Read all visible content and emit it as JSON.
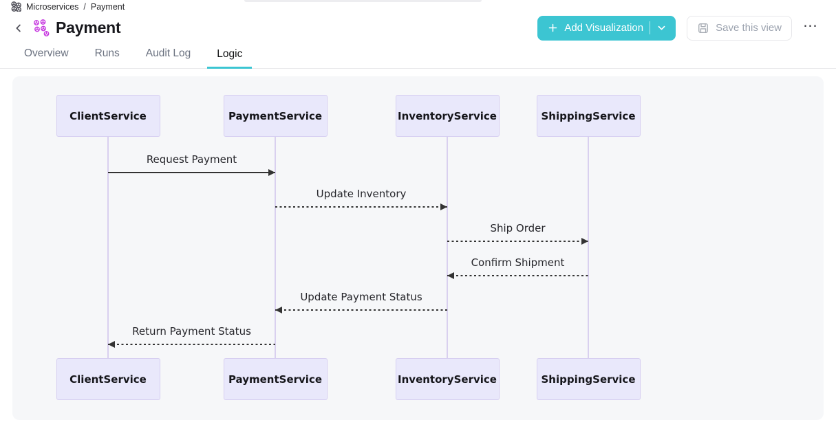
{
  "header": {
    "breadcrumb": {
      "root": "Microservices",
      "separator": "/",
      "current": "Payment"
    },
    "title": "Payment",
    "actions": {
      "add_visualization_label": "Add Visualization",
      "save_view_label": "Save this view",
      "more_icon": "⋯"
    }
  },
  "tabs": [
    {
      "label": "Overview",
      "active": false
    },
    {
      "label": "Runs",
      "active": false
    },
    {
      "label": "Audit Log",
      "active": false
    },
    {
      "label": "Logic",
      "active": true
    }
  ],
  "colors": {
    "accent_teal": "#3cc5d2",
    "panel_background": "#f6f7f9",
    "actor_fill": "#e9e8fb",
    "actor_border": "#d6cef1",
    "lifeline": "#d9d0ef",
    "arrow": "#333333",
    "title_icon": "#c73be0"
  },
  "diagram": {
    "type": "sequence",
    "actors": [
      "ClientService",
      "PaymentService",
      "InventoryService",
      "ShippingService"
    ],
    "messages": [
      {
        "from": "ClientService",
        "to": "PaymentService",
        "label": "Request Payment",
        "style": "solid"
      },
      {
        "from": "PaymentService",
        "to": "InventoryService",
        "label": "Update Inventory",
        "style": "dashed"
      },
      {
        "from": "InventoryService",
        "to": "ShippingService",
        "label": "Ship Order",
        "style": "dashed"
      },
      {
        "from": "ShippingService",
        "to": "InventoryService",
        "label": "Confirm Shipment",
        "style": "dashed"
      },
      {
        "from": "InventoryService",
        "to": "PaymentService",
        "label": "Update Payment Status",
        "style": "dashed"
      },
      {
        "from": "PaymentService",
        "to": "ClientService",
        "label": "Return Payment Status",
        "style": "dashed"
      }
    ]
  }
}
